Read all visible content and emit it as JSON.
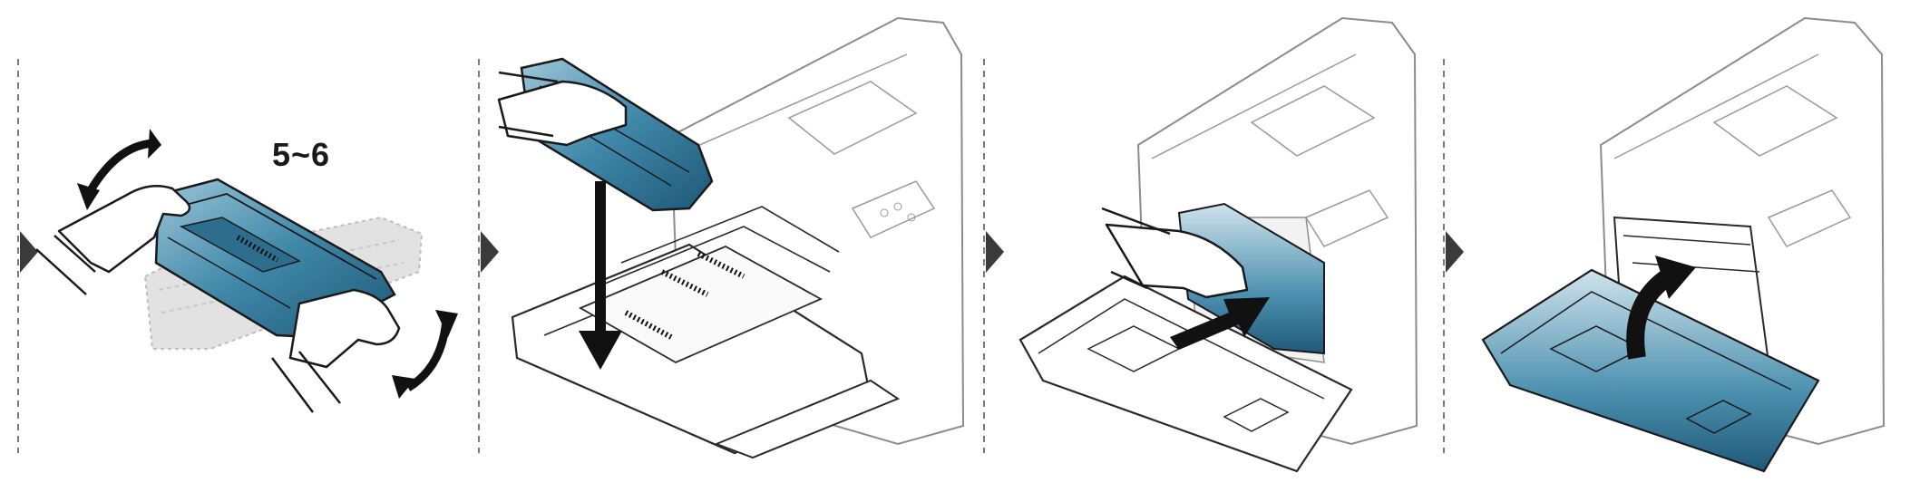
{
  "steps": [
    {
      "id": "shake-cartridge",
      "caption": "5~6"
    },
    {
      "id": "insert-cartridge",
      "caption": ""
    },
    {
      "id": "push-cartridge",
      "caption": ""
    },
    {
      "id": "close-door",
      "caption": ""
    }
  ],
  "colors": {
    "accent_blue": "#3f87a8",
    "accent_blue_light": "#9cc6d8",
    "accent_blue_dark": "#1f5877",
    "line": "#2a2a2a",
    "printer_line": "#8c8c8c",
    "divider": "#7a7a7a",
    "ghost": "#d7d7d7",
    "arrow": "#111111"
  },
  "icons": [
    "step-arrow-icon",
    "rotate-arrow-icon",
    "down-arrow-icon",
    "push-arrow-icon",
    "close-arrow-icon"
  ]
}
